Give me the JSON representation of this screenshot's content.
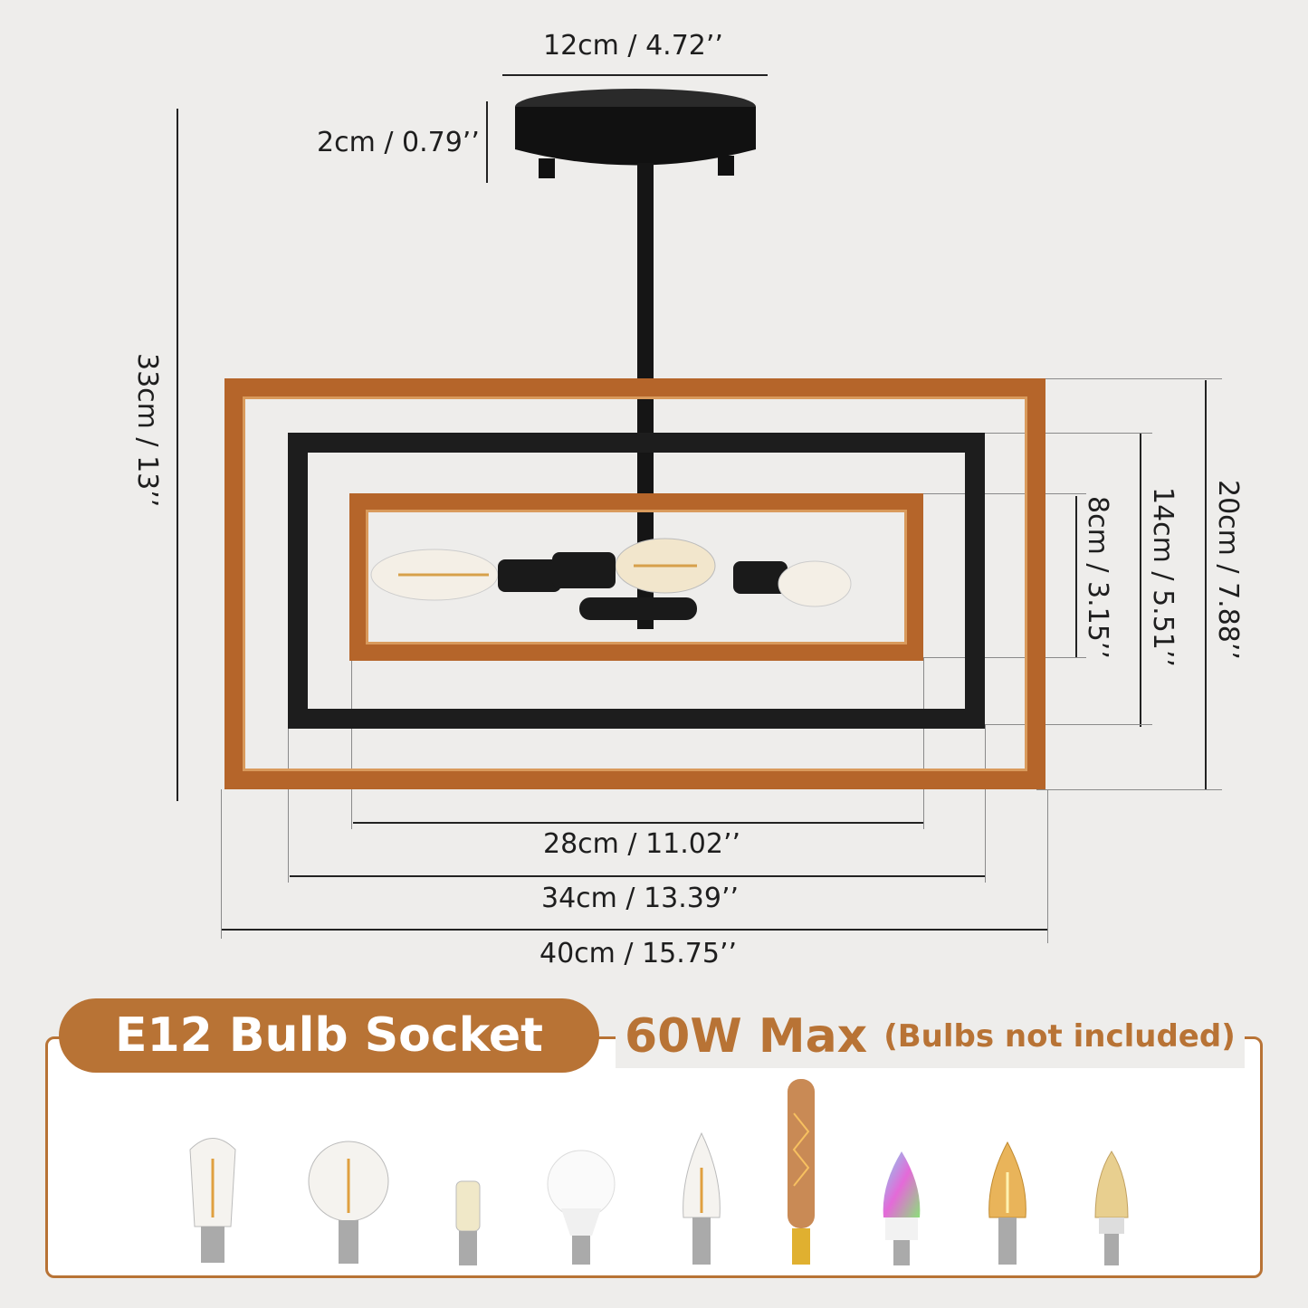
{
  "dimensions": {
    "canopy_width": "12cm / 4.72’’",
    "canopy_height": "2cm / 0.79’’",
    "total_height": "33cm / 13’’",
    "inner_height": "8cm / 3.15’’",
    "middle_height": "14cm / 5.51’’",
    "outer_height": "20cm / 7.88’’",
    "inner_width": "28cm / 11.02’’",
    "middle_width": "34cm / 13.39’’",
    "outer_width": "40cm / 15.75’’"
  },
  "banner": {
    "socket": "E12 Bulb Socket",
    "max": "60W Max",
    "note": "(Bulbs not included)"
  },
  "bulbs": [
    "st-edison-bulb-icon",
    "globe-bulb-icon",
    "mini-bi-pin-bulb-icon",
    "led-a-bulb-icon",
    "clear-candle-bulb-icon",
    "tube-bulb-icon",
    "rgb-smart-candle-bulb-icon",
    "amber-candle-bulb-icon",
    "corn-led-bulb-icon"
  ],
  "colors": {
    "accent": "#b87335",
    "background": "#eeedeb",
    "frame_black": "#1d1d1d",
    "wood": "#b5652a"
  }
}
